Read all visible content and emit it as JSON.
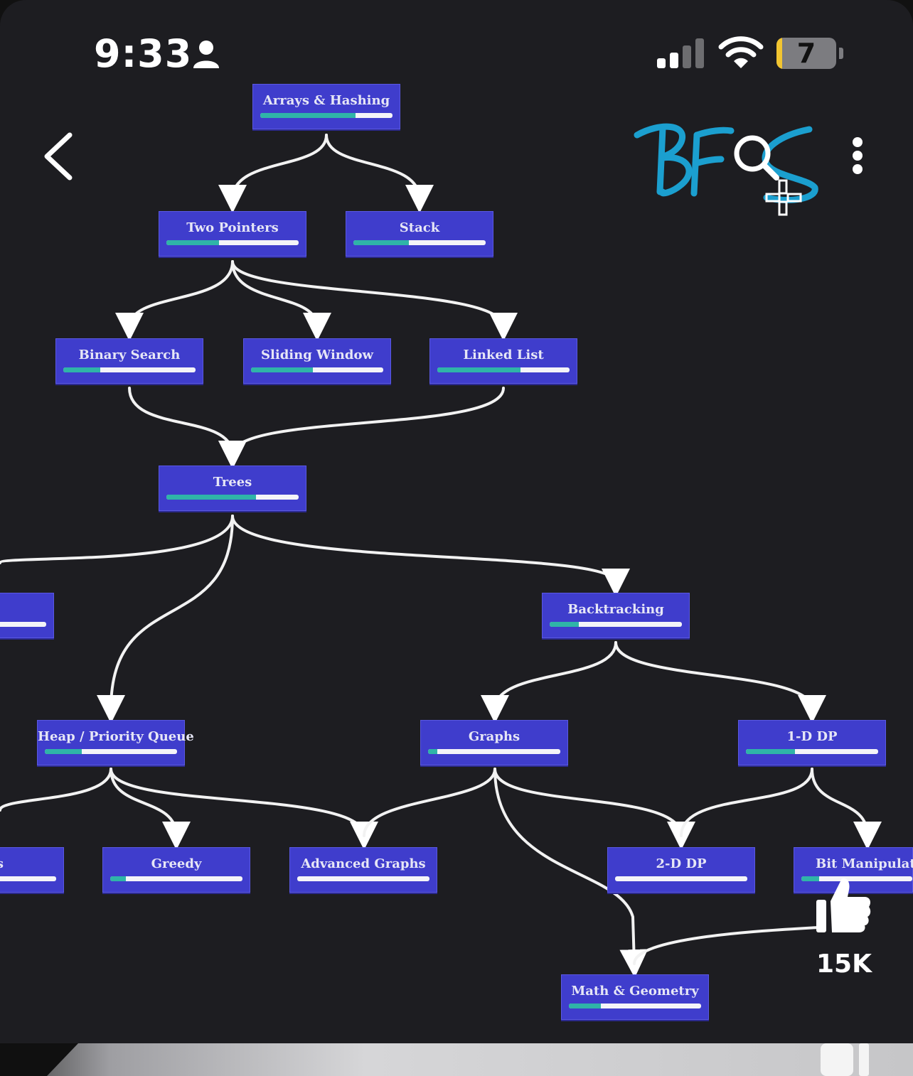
{
  "status_bar": {
    "time": "9:33",
    "battery_level": "7",
    "icons": [
      "person-icon",
      "signal-icon",
      "wifi-icon",
      "battery-icon"
    ]
  },
  "toolbar": {
    "icons": [
      "back-icon",
      "search-icon",
      "more-options-icon"
    ],
    "annotation": "BFS"
  },
  "roadmap": {
    "nodes": [
      {
        "id": "arrays-hashing",
        "label": "Arrays & Hashing",
        "progress": 0.72
      },
      {
        "id": "two-pointers",
        "label": "Two Pointers",
        "progress": 0.4
      },
      {
        "id": "stack",
        "label": "Stack",
        "progress": 0.42
      },
      {
        "id": "binary-search",
        "label": "Binary Search",
        "progress": 0.28
      },
      {
        "id": "sliding-window",
        "label": "Sliding Window",
        "progress": 0.47
      },
      {
        "id": "linked-list",
        "label": "Linked List",
        "progress": 0.63
      },
      {
        "id": "trees",
        "label": "Trees",
        "progress": 0.68
      },
      {
        "id": "tries",
        "label": "",
        "progress": 0.0
      },
      {
        "id": "backtracking",
        "label": "Backtracking",
        "progress": 0.22
      },
      {
        "id": "heap-priority-queue",
        "label": "Heap / Priority Queue",
        "progress": 0.28
      },
      {
        "id": "graphs",
        "label": "Graphs",
        "progress": 0.07
      },
      {
        "id": "1d-dp",
        "label": "1-D DP",
        "progress": 0.37
      },
      {
        "id": "intervals",
        "label": "als",
        "progress": 0.0
      },
      {
        "id": "greedy",
        "label": "Greedy",
        "progress": 0.12
      },
      {
        "id": "advanced-graphs",
        "label": "Advanced Graphs",
        "progress": 0.0
      },
      {
        "id": "2d-dp",
        "label": "2-D DP",
        "progress": 0.0
      },
      {
        "id": "bit-manipulation",
        "label": "Bit Manipulatio",
        "progress": 0.16
      },
      {
        "id": "math-geometry",
        "label": "Math & Geometry",
        "progress": 0.24
      }
    ]
  },
  "actions": {
    "like_count": "15K",
    "icons": [
      "thumbs-up-icon"
    ]
  }
}
